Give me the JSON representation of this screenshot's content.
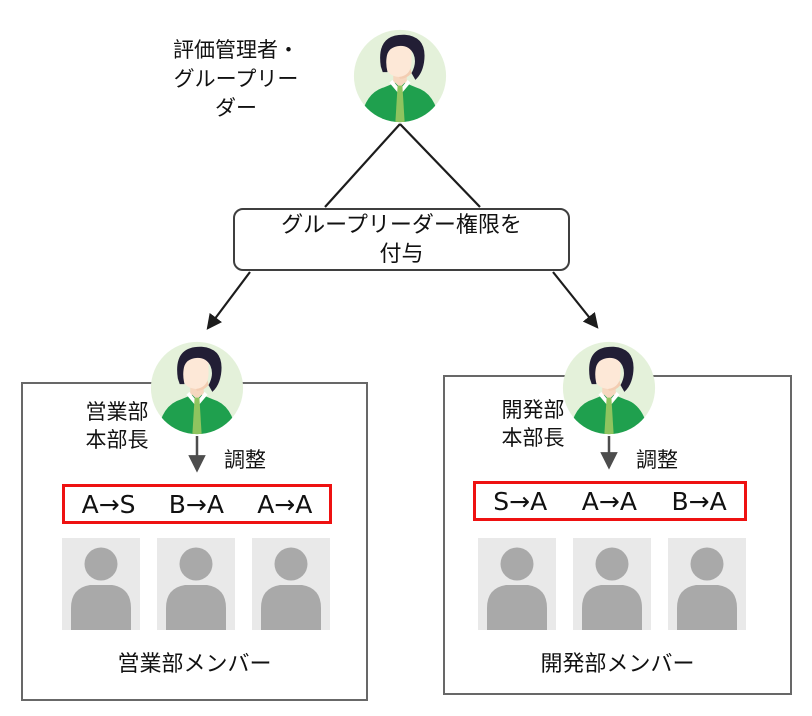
{
  "diagram": {
    "admin_label": "評価管理者・\nグループリー\nダー",
    "grant_box_label": "グループリーダー権限を\n付与",
    "adjust_label": "調整",
    "groups": [
      {
        "manager_label": "営業部\n本部長",
        "ratings": [
          "A→S",
          "B→A",
          "A→A"
        ],
        "members_label": "営業部メンバー",
        "member_count": 3
      },
      {
        "manager_label": "開発部\n本部長",
        "ratings": [
          "S→A",
          "A→A",
          "B→A"
        ],
        "members_label": "開発部メンバー",
        "member_count": 3
      }
    ],
    "colors": {
      "rating_box_border": "#ee1111",
      "avatar_circle_bg": "#e4f1da",
      "avatar_sweater": "#1fa04e",
      "avatar_tie": "#8fc45f",
      "avatar_hair": "#221e35",
      "avatar_skin": "#fde8d7",
      "member_silhouette": "#a9a9a9",
      "member_tile_bg": "#e9e9e9",
      "connector": "#2a2a2a",
      "container_border": "#686868"
    }
  }
}
